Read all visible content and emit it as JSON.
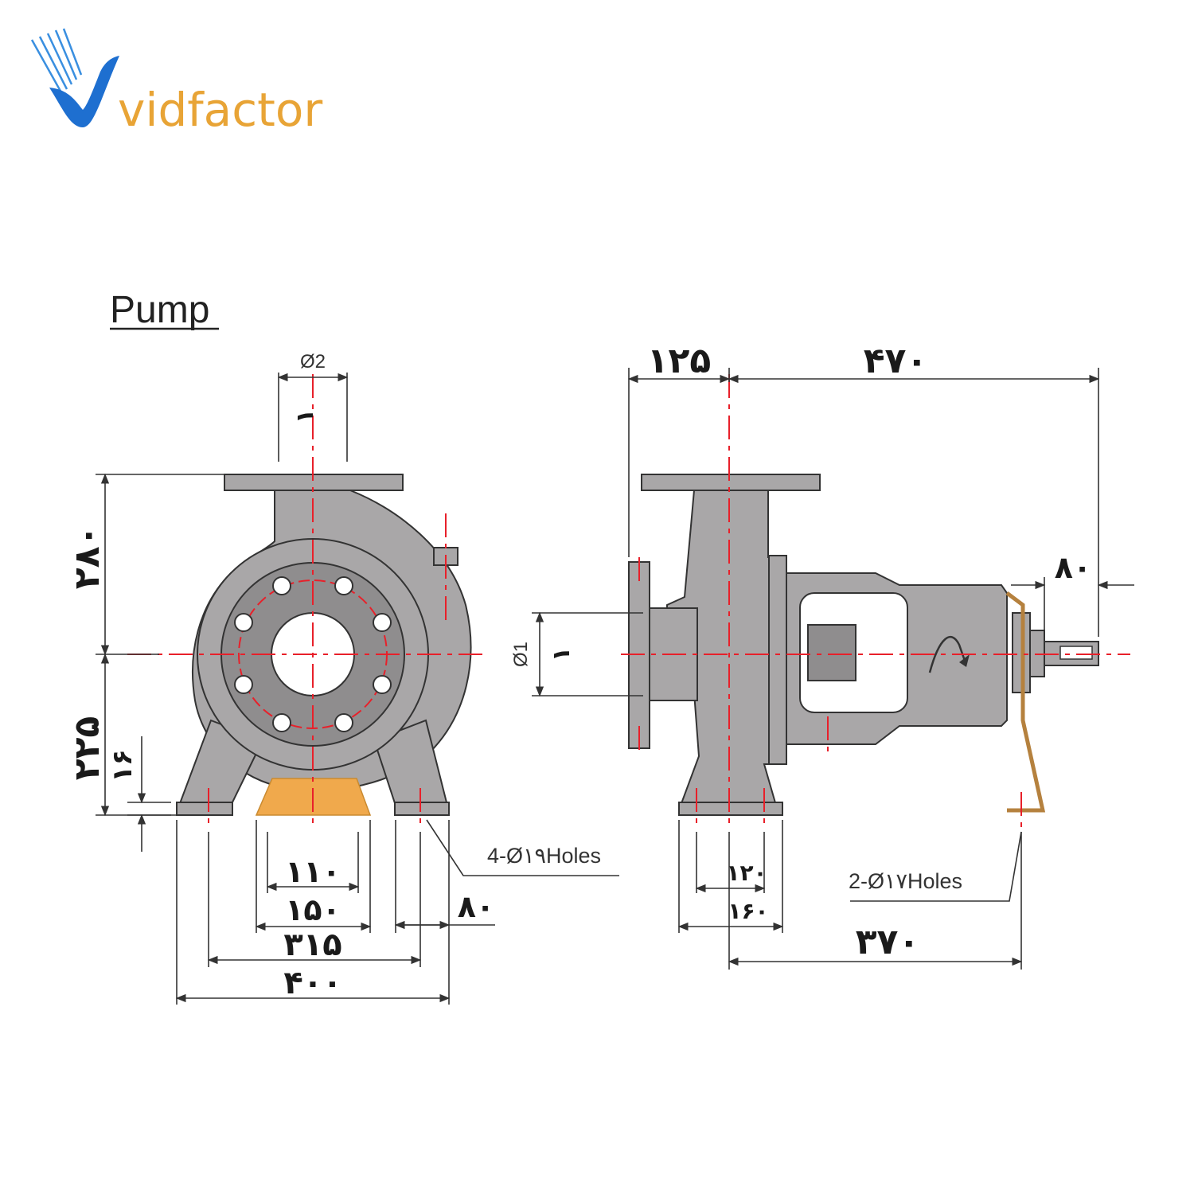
{
  "logo": {
    "text": "vidfactor",
    "colors": {
      "v": "#1e6fd0",
      "rest": "#e8a436"
    }
  },
  "title": "Pump",
  "front_view": {
    "discharge_dia": "Ø2",
    "discharge_dia_value": "۱",
    "height_upper": "۲۸۰",
    "height_lower": "۲۲۵",
    "foot_thickness": "۱۶",
    "base_inner": "۱۱۰",
    "base_outer": "۱۵۰",
    "foot_spacing": "۳۱۵",
    "overall_width": "۴۰۰",
    "foot_width": "۸۰",
    "holes_note": "4-Ø۱۹Holes"
  },
  "side_view": {
    "suction_offset": "۱۲۵",
    "overall_length": "۴۷۰",
    "shaft_length": "۸۰",
    "suction_dia": "Ø1",
    "suction_dia_value": "۱",
    "foot_inner": "۱۲۰",
    "foot_outer": "۱۶۰",
    "bracket_distance": "۳۷۰",
    "holes_note": "2-Ø۱۷Holes"
  },
  "colors": {
    "body": "#a9a7a8",
    "centerline": "#e8202a",
    "base": "#f0a94c",
    "line": "#333333"
  }
}
